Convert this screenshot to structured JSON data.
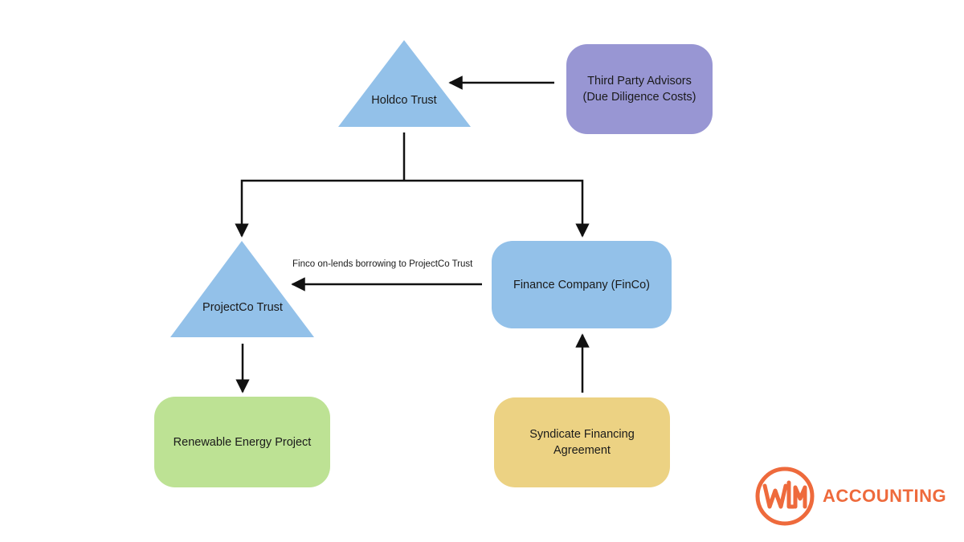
{
  "nodes": {
    "holdco": {
      "label": "Holdco Trust",
      "shape": "triangle",
      "color": "#93c1e9"
    },
    "advisors": {
      "label": "Third Party Advisors\n(Due Diligence Costs)",
      "shape": "rounded-rect",
      "color": "#9896d3"
    },
    "projectco": {
      "label": "ProjectCo Trust",
      "shape": "triangle",
      "color": "#93c1e9"
    },
    "finco": {
      "label": "Finance Company (FinCo)",
      "shape": "rounded-rect",
      "color": "#93c1e9"
    },
    "renewable": {
      "label": "Renewable Energy Project",
      "shape": "rounded-rect",
      "color": "#bde294"
    },
    "syndicate": {
      "label": "Syndicate Financing\nAgreement",
      "shape": "rounded-rect",
      "color": "#ecd283"
    }
  },
  "edges": [
    {
      "from": "advisors",
      "to": "holdco",
      "label": ""
    },
    {
      "from": "holdco",
      "to": "projectco",
      "label": ""
    },
    {
      "from": "holdco",
      "to": "finco",
      "label": ""
    },
    {
      "from": "finco",
      "to": "projectco",
      "label": "Finco on-lends borrowing to ProjectCo Trust"
    },
    {
      "from": "projectco",
      "to": "renewable",
      "label": ""
    },
    {
      "from": "syndicate",
      "to": "finco",
      "label": ""
    }
  ],
  "logo": {
    "text": "ACCOUNTING",
    "mark": "WLM",
    "color": "#ee6a3c"
  },
  "colors": {
    "line": "#111111"
  }
}
